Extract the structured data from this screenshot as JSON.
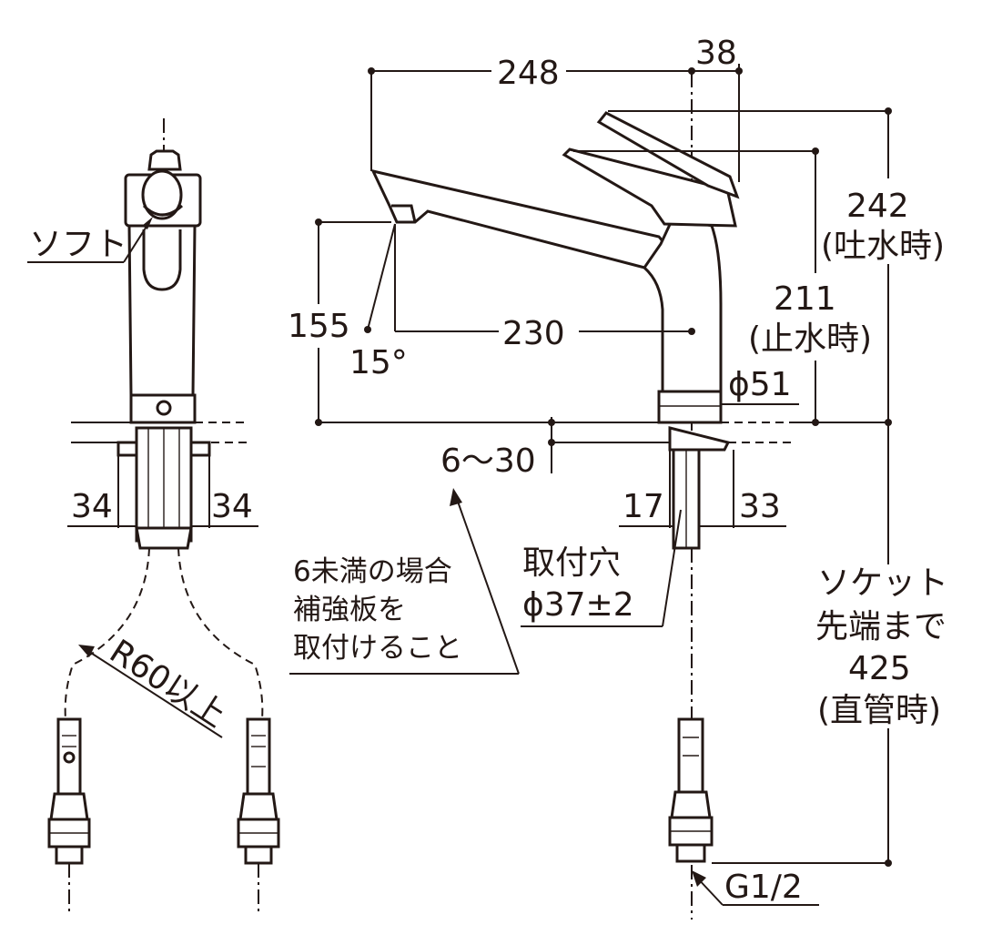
{
  "labels": {
    "soft": "ソフト",
    "d34_left": "34",
    "d34_right": "34",
    "r60": "R60以上",
    "d248": "248",
    "d38": "38",
    "d242": "242",
    "d242_note": "(吐水時)",
    "d211": "211",
    "d211_note": "(止水時)",
    "d155": "155",
    "d230": "230",
    "angle": "15°",
    "phi51": "ϕ51",
    "thickness": "6～30",
    "d17": "17",
    "d33": "33",
    "note_l1": "6未満の場合",
    "note_l2": "補強板を",
    "note_l3": "取付けること",
    "hole_l1": "取付穴",
    "hole_l2": "ϕ37±2",
    "socket_l1": "ソケット",
    "socket_l2": "先端まで",
    "socket_l3": "425",
    "socket_l4": "(直管時)",
    "g12": "G1/2"
  },
  "colors": {
    "line": "#231815",
    "background": "#ffffff"
  }
}
